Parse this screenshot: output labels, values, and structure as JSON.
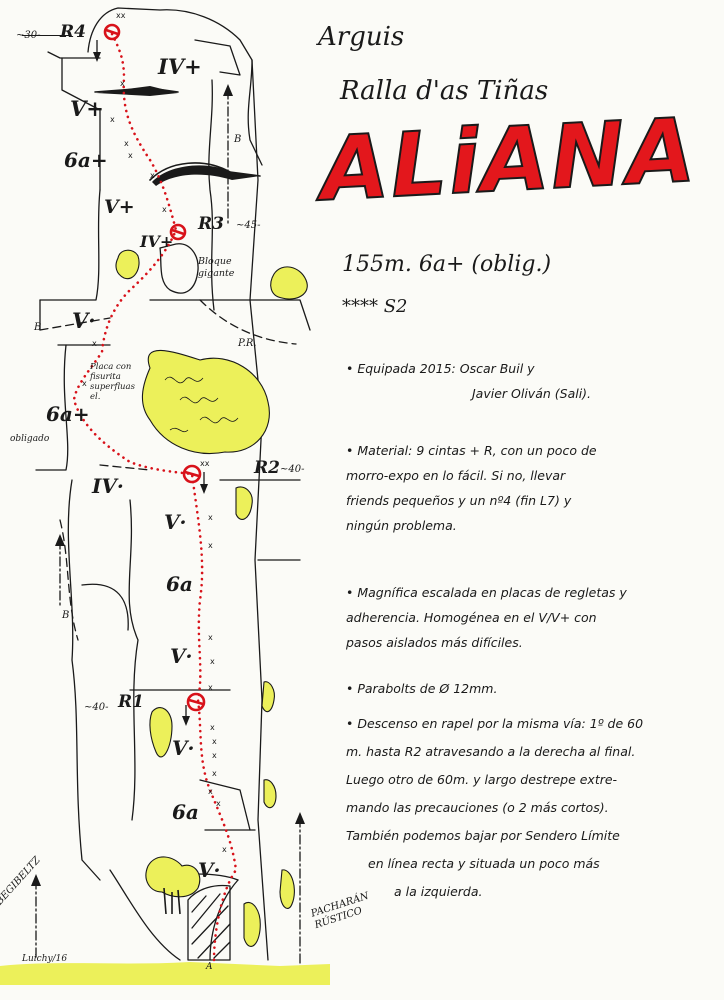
{
  "header": {
    "location": "Arguis",
    "sector": "Ralla d'as Tiñas",
    "route_name": "ALiANA",
    "stats": "155m. 6a+ (oblig.)",
    "rating": "**** S2"
  },
  "topo": {
    "grades": [
      "IV+",
      "V+",
      "6a+",
      "V+",
      "IV+",
      "V·",
      "6a+",
      "IV·",
      "V·",
      "6a",
      "V·",
      "V·",
      "6a",
      "V·"
    ],
    "obligado": "obligado",
    "belays": [
      {
        "name": "R4",
        "length": "~30-"
      },
      {
        "name": "R3",
        "length": "~45-"
      },
      {
        "name": "R2",
        "length": "~40-"
      },
      {
        "name": "R1",
        "length": "~40-"
      }
    ],
    "notes": {
      "bloque": "Bloque gigante",
      "placa": "Placa con fisurita superfluas el.",
      "pr": "P.R.",
      "begibeltz": "BEGIBELTZ",
      "pacharan": "PACHARÁN RÚSTICO",
      "start": "A",
      "signature": "Luichy/16",
      "b_left": "B",
      "b_right": "B",
      "b_low": "B"
    }
  },
  "info": {
    "equipado": [
      "• Equipada 2015: Oscar Buil y",
      "Javier Oliván (Sali)."
    ],
    "material": [
      "• Material: 9 cintas + R, con un poco de",
      "morro-expo en lo fácil. Si no, llevar",
      "friends pequeños y un nº4 (fin L7) y",
      "ningún problema."
    ],
    "escalada": [
      "• Magnífica escalada en placas de regletas y",
      "adherencia. Homogénea en el V/V+ con",
      "pasos aislados más difíciles."
    ],
    "parabolts": [
      "• Parabolts de Ø 12mm."
    ],
    "descenso": [
      "• Descenso en rapel por la misma vía: 1º de 60",
      "m. hasta R2 atravesando a la derecha al final.",
      "Luego otro de 60m. y largo destrepe extre-",
      "mando las precauciones (o 2 más cortos).",
      "También podemos bajar por Sendero Límite",
      "en línea recta y situada un poco más",
      "a la izquierda."
    ]
  },
  "colors": {
    "title_red": "#e3171c",
    "anchor_red": "#d8121a",
    "bush_yellow": "#ecf05a",
    "ink": "#1a1a1a"
  }
}
